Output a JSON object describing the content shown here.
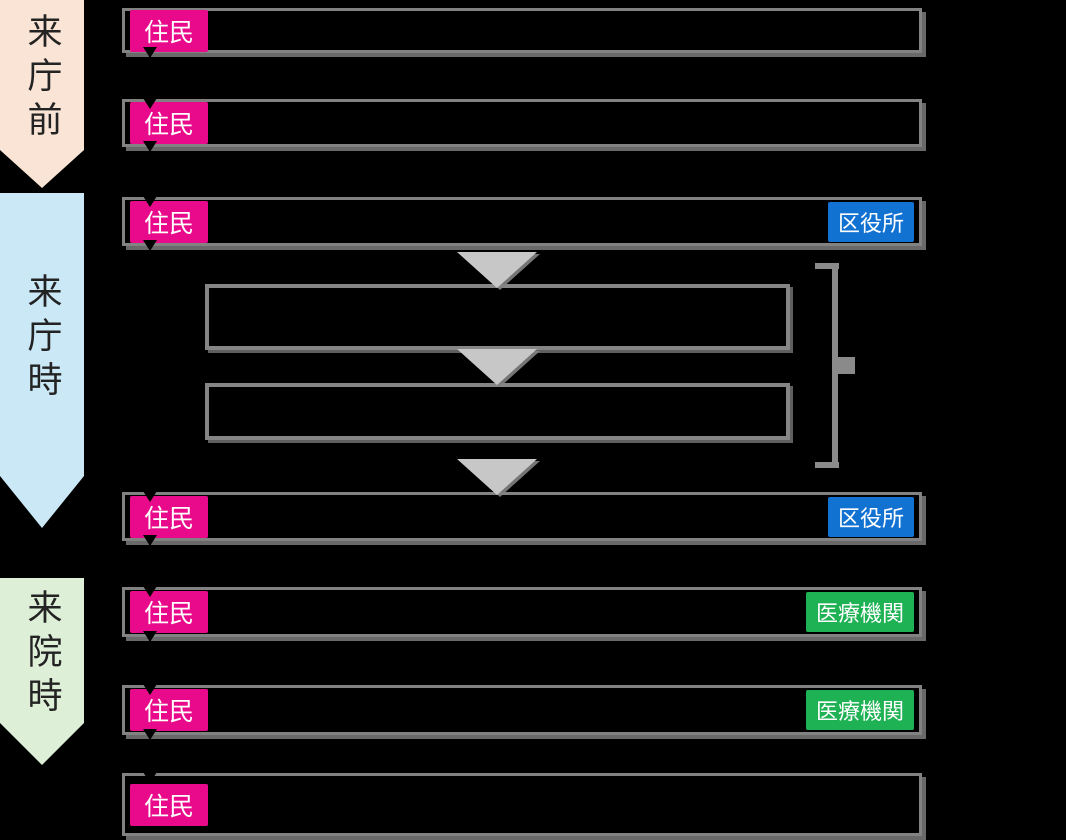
{
  "diagram": {
    "background": "#000000",
    "row_border_color": "#828282",
    "flow_arrow_color": "#C7C7C7",
    "bracket_color": "#8A8A8A",
    "connector_arrow_color": "#000000"
  },
  "stages": [
    {
      "label": "来庁前",
      "bg": "#F9E4D5"
    },
    {
      "label": "来庁時",
      "bg": "#CBE8F6"
    },
    {
      "label": "来院時",
      "bg": "#DEEFD8"
    }
  ],
  "actors": {
    "resident": {
      "label": "住民",
      "color": "#E80A8A"
    },
    "ward_office": {
      "label": "区役所",
      "color": "#1272D2"
    },
    "medical_institution": {
      "label": "医療機関",
      "color": "#1EB254"
    }
  },
  "rows": [
    {
      "left": "住民",
      "right": ""
    },
    {
      "left": "住民",
      "right": ""
    },
    {
      "left": "住民",
      "right": "区役所"
    },
    {
      "left": "住民",
      "right": "区役所"
    },
    {
      "left": "住民",
      "right": "医療機関"
    },
    {
      "left": "住民",
      "right": "医療機関"
    },
    {
      "left": "住民",
      "right": ""
    }
  ],
  "inner_boxes": [
    {
      "text": ""
    },
    {
      "text": ""
    }
  ],
  "icons": {
    "flow_arrow": "down-triangle-icon",
    "connector": "down-arrow-icon"
  }
}
